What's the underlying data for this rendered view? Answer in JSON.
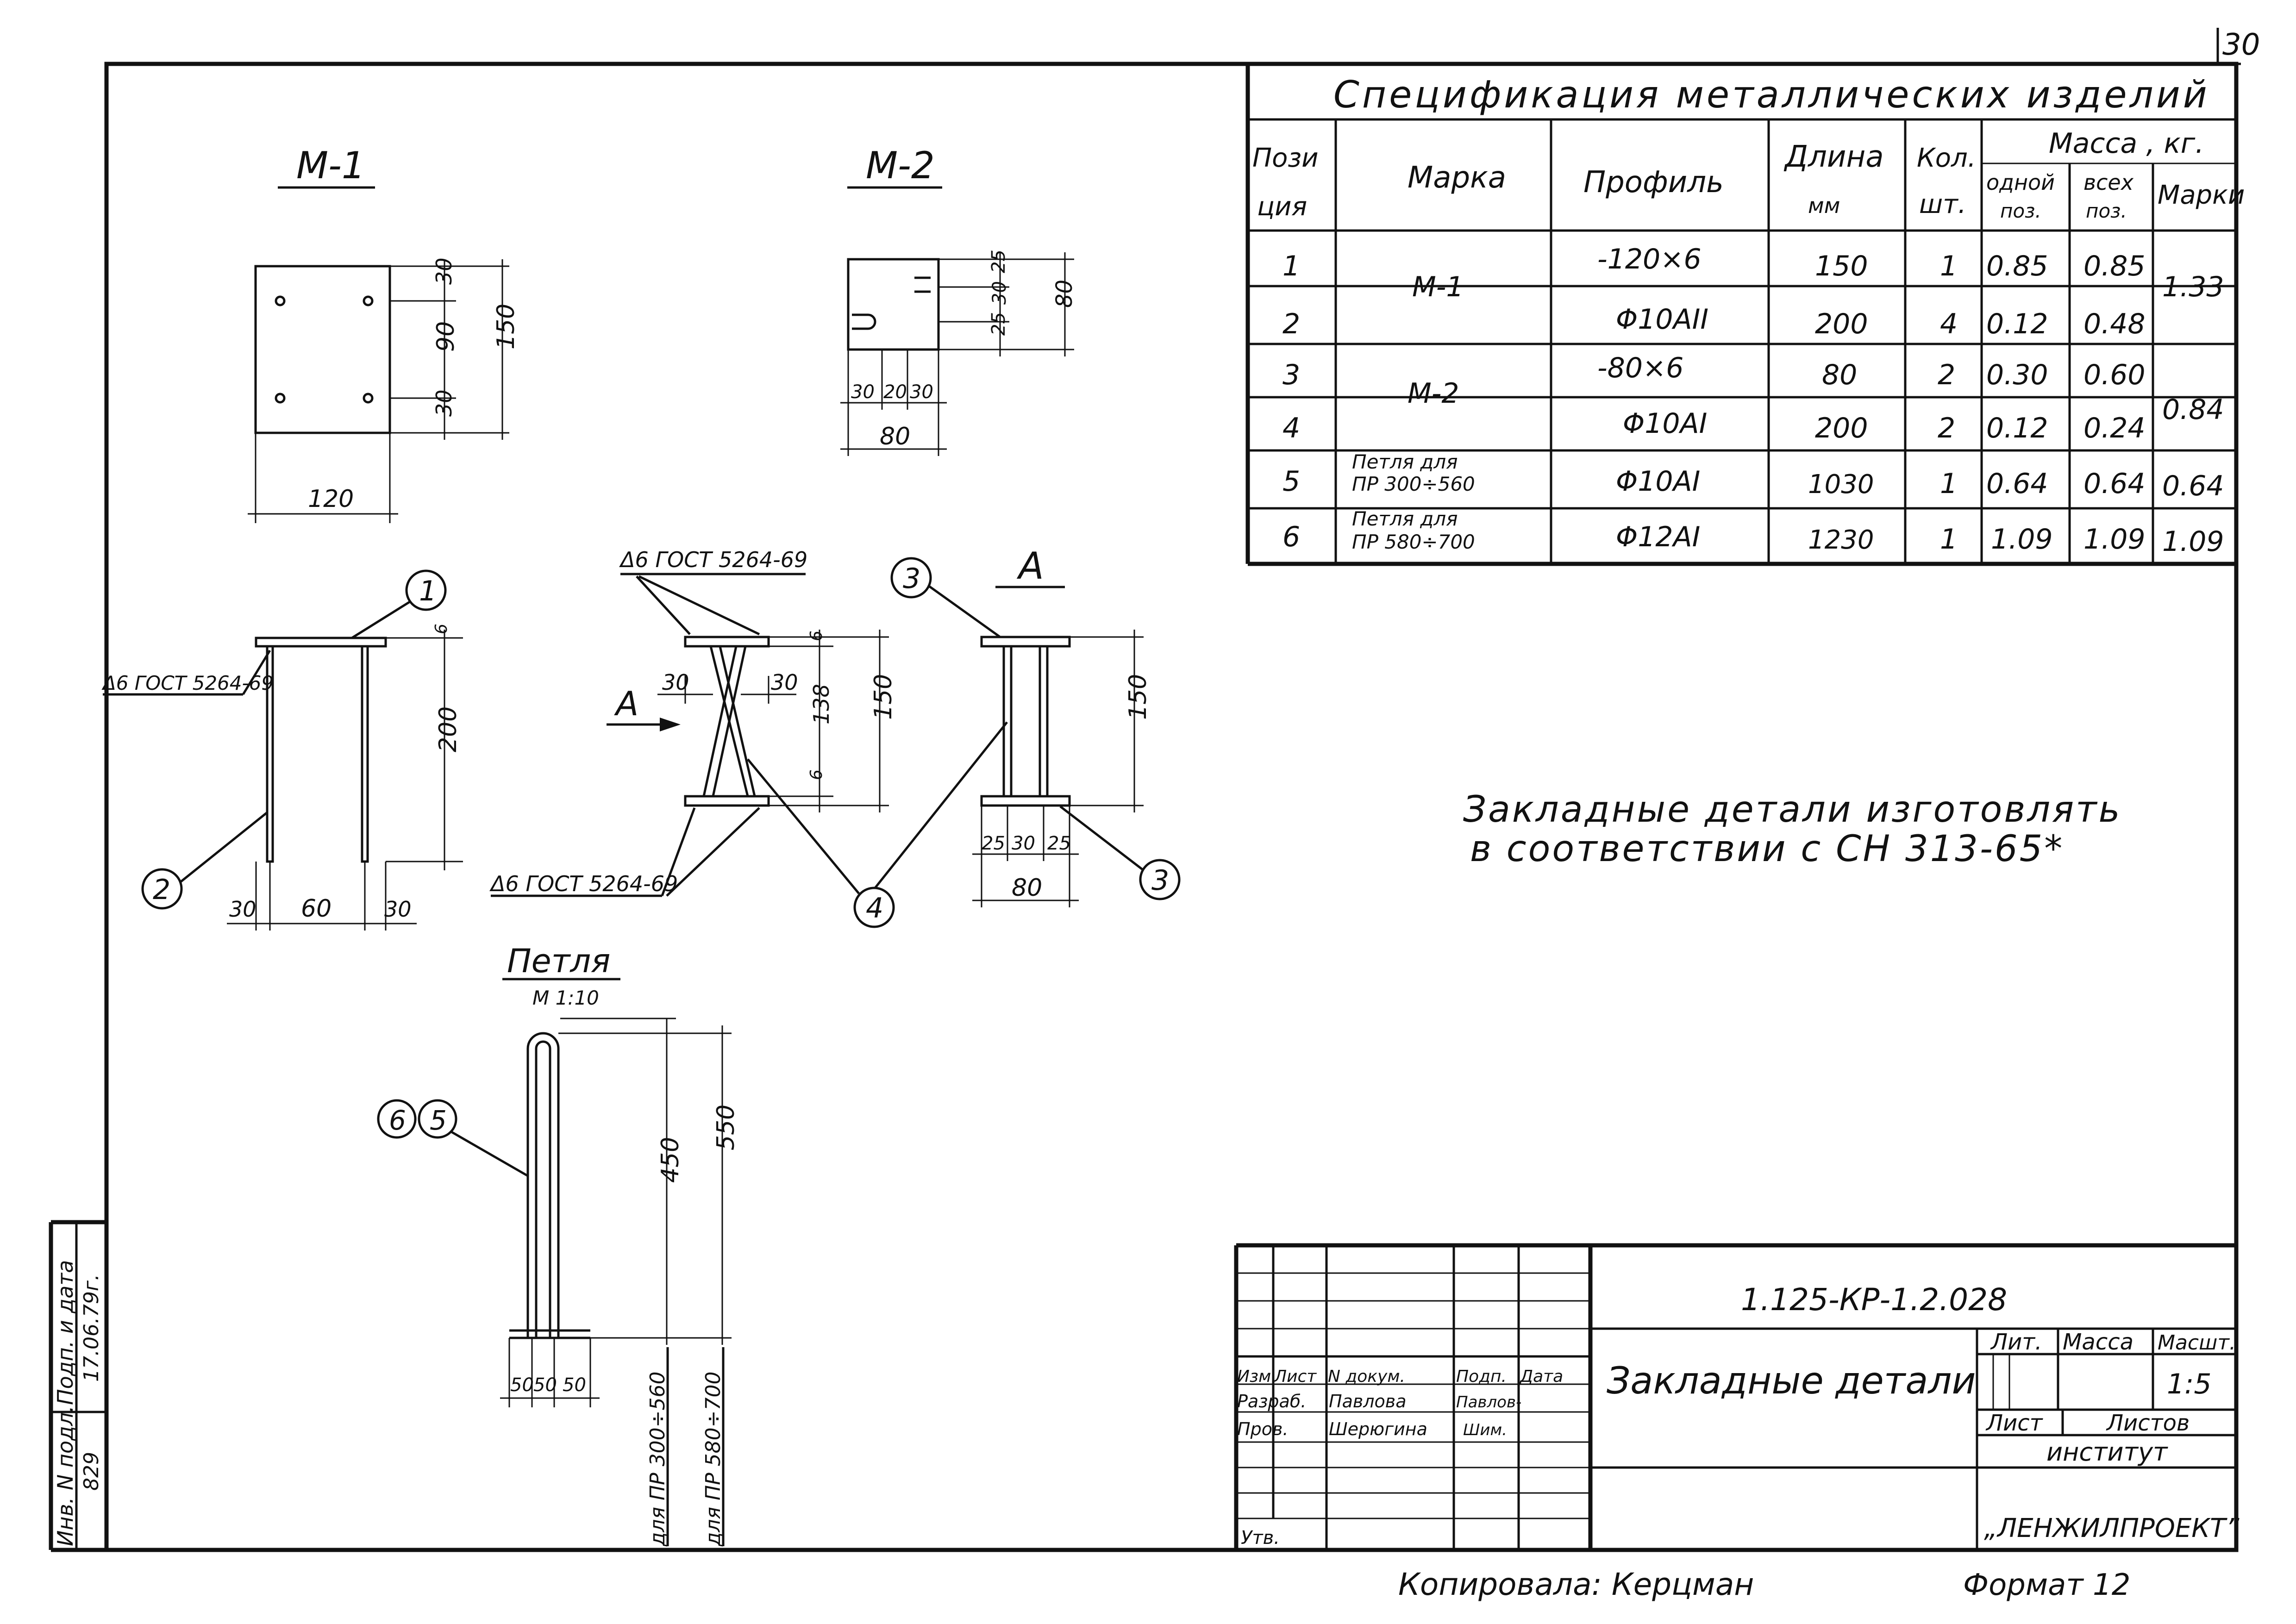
{
  "sheet": {
    "page_number": "30",
    "copied_by": "Копировала: Керцман",
    "format": "Формат 12"
  },
  "drawings": {
    "m1": {
      "title": "М-1",
      "dims": {
        "top": "30",
        "mid": "90",
        "bot": "30",
        "height": "150",
        "width": "120"
      }
    },
    "m2": {
      "title": "М-2",
      "dims": {
        "d1": "25",
        "d2": "30",
        "d3": "25",
        "height": "80",
        "w1": "30",
        "w2": "20",
        "w3": "30",
        "width": "80"
      }
    },
    "m1_side": {
      "weld_note": "Δ6 ГОСТ 5264-69",
      "pos1": "1",
      "pos2": "2",
      "dim_t": "6",
      "height": "200",
      "w1": "30",
      "w2": "60",
      "w3": "30"
    },
    "m2_side": {
      "weld_top": "Δ6 ГОСТ 5264-69",
      "weld_bot": "Δ6 ГОСТ 5264-69",
      "arrow_label": "А",
      "dim_l": "30",
      "dim_r": "30",
      "dim_t1": "6",
      "dim_mid": "138",
      "dim_t2": "6",
      "height": "150",
      "pos3": "3",
      "pos4": "4"
    },
    "view_a": {
      "title": "А",
      "height": "150",
      "w1": "25",
      "w2": "30",
      "w3": "25",
      "width": "80",
      "pos3": "3"
    },
    "loop": {
      "title": "Петля",
      "scale": "М 1:10",
      "pos6": "6",
      "pos5": "5",
      "h1": "450",
      "h2": "550",
      "w1": "50",
      "w2": "50",
      "w3": "50",
      "for1": "для ПР 300÷560",
      "for2": "для ПР 580÷700"
    },
    "note_line1": "Закладные детали изготовлять",
    "note_line2": "в соответствии с СН 313-65*"
  },
  "spec": {
    "title": "Спецификация металлических изделий",
    "headers": {
      "position": "Пози ция",
      "pos1": "Пози",
      "pos2": "ция",
      "mark": "Марка",
      "profile": "Профиль",
      "length1": "Длина",
      "length2": "мм",
      "qty1": "Кол.",
      "qty2": "шт.",
      "mass": "Масса , кг.",
      "one1": "одной",
      "one2": "поз.",
      "all1": "всех",
      "all2": "поз.",
      "marks": "Марки"
    },
    "rows": [
      {
        "pos": "1",
        "profile": "-120×6",
        "length": "150",
        "qty": "1",
        "one": "0.85",
        "all": "0.85"
      },
      {
        "pos": "2",
        "profile": "Φ10АII",
        "length": "200",
        "qty": "4",
        "one": "0.12",
        "all": "0.48"
      },
      {
        "pos": "3",
        "profile": "-80×6",
        "length": "80",
        "qty": "2",
        "one": "0.30",
        "all": "0.60"
      },
      {
        "pos": "4",
        "profile": "Φ10АI",
        "length": "200",
        "qty": "2",
        "one": "0.12",
        "all": "0.24"
      },
      {
        "pos": "5",
        "profile": "Φ10АI",
        "length": "1030",
        "qty": "1",
        "one": "0.64",
        "all": "0.64"
      },
      {
        "pos": "6",
        "profile": "Φ12АI",
        "length": "1230",
        "qty": "1",
        "one": "1.09",
        "all": "1.09"
      }
    ],
    "marks": [
      {
        "mark": "М-1",
        "mass": "1.33"
      },
      {
        "mark": "М-2",
        "mass": "0.84"
      },
      {
        "mark1": "Петля для",
        "mark2": "ПР 300÷560",
        "mass": "0.64"
      },
      {
        "mark1": "Петля для",
        "mark2": "ПР 580÷700",
        "mass": "1.09"
      }
    ]
  },
  "title_block": {
    "code": "1.125-КР-1.2.028",
    "name": "Закладные детали",
    "lit": "Лит.",
    "mass": "Масса",
    "scale_label": "Масшт.",
    "scale": "1:5",
    "sheet": "Лист",
    "sheets": "Листов",
    "institute1": "институт",
    "institute2": "„ЛЕНЖИЛПРОЕКТ”",
    "cols": {
      "izm": "Изм.",
      "list": "Лист",
      "doc": "N докум.",
      "sign": "Подп.",
      "date": "Дата"
    },
    "razrab": "Разраб.",
    "razrab_name": "Павлова",
    "razrab_sign": "Павлов-",
    "prov": "Пров.",
    "prov_name": "Шерюгина",
    "prov_sign": "Шим.",
    "utv": "Утв."
  },
  "side_stamp": {
    "inv": "Инв. N подл.",
    "sign_date": "Подп. и дата",
    "inv_value": "829",
    "date_value": "17.06.79г."
  }
}
